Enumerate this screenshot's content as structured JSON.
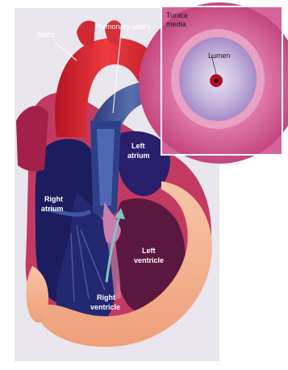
{
  "labels": {
    "aorta": "Aorta",
    "pulmonary_artery": "Pulmonary artery",
    "tunica_media_1": "Tunica",
    "tunica_media_2": "media",
    "lumen": "Lumen",
    "left_atrium_1": "Left",
    "left_atrium_2": "atrium",
    "right_atrium_1": "Right",
    "right_atrium_2": "atrium",
    "left_ventricle_1": "Left",
    "left_ventricle_2": "ventricle",
    "right_ventricle_1": "Right",
    "right_ventricle_2": "ventricle"
  },
  "colors": {
    "background_panel": "#e9e6ee",
    "aorta_red": "#d8262f",
    "heart_outer": "#c23a62",
    "chamber_dark": "#1c1d5e",
    "chamber_navy": "#2a2f7a",
    "pulmonary_blue": "#3a4f8f",
    "muscle_peach": "#f3b08e",
    "vessel_pink": "#d25a93",
    "cell_lilac": "#c7b7de",
    "lumen_red": "#b0122a"
  }
}
